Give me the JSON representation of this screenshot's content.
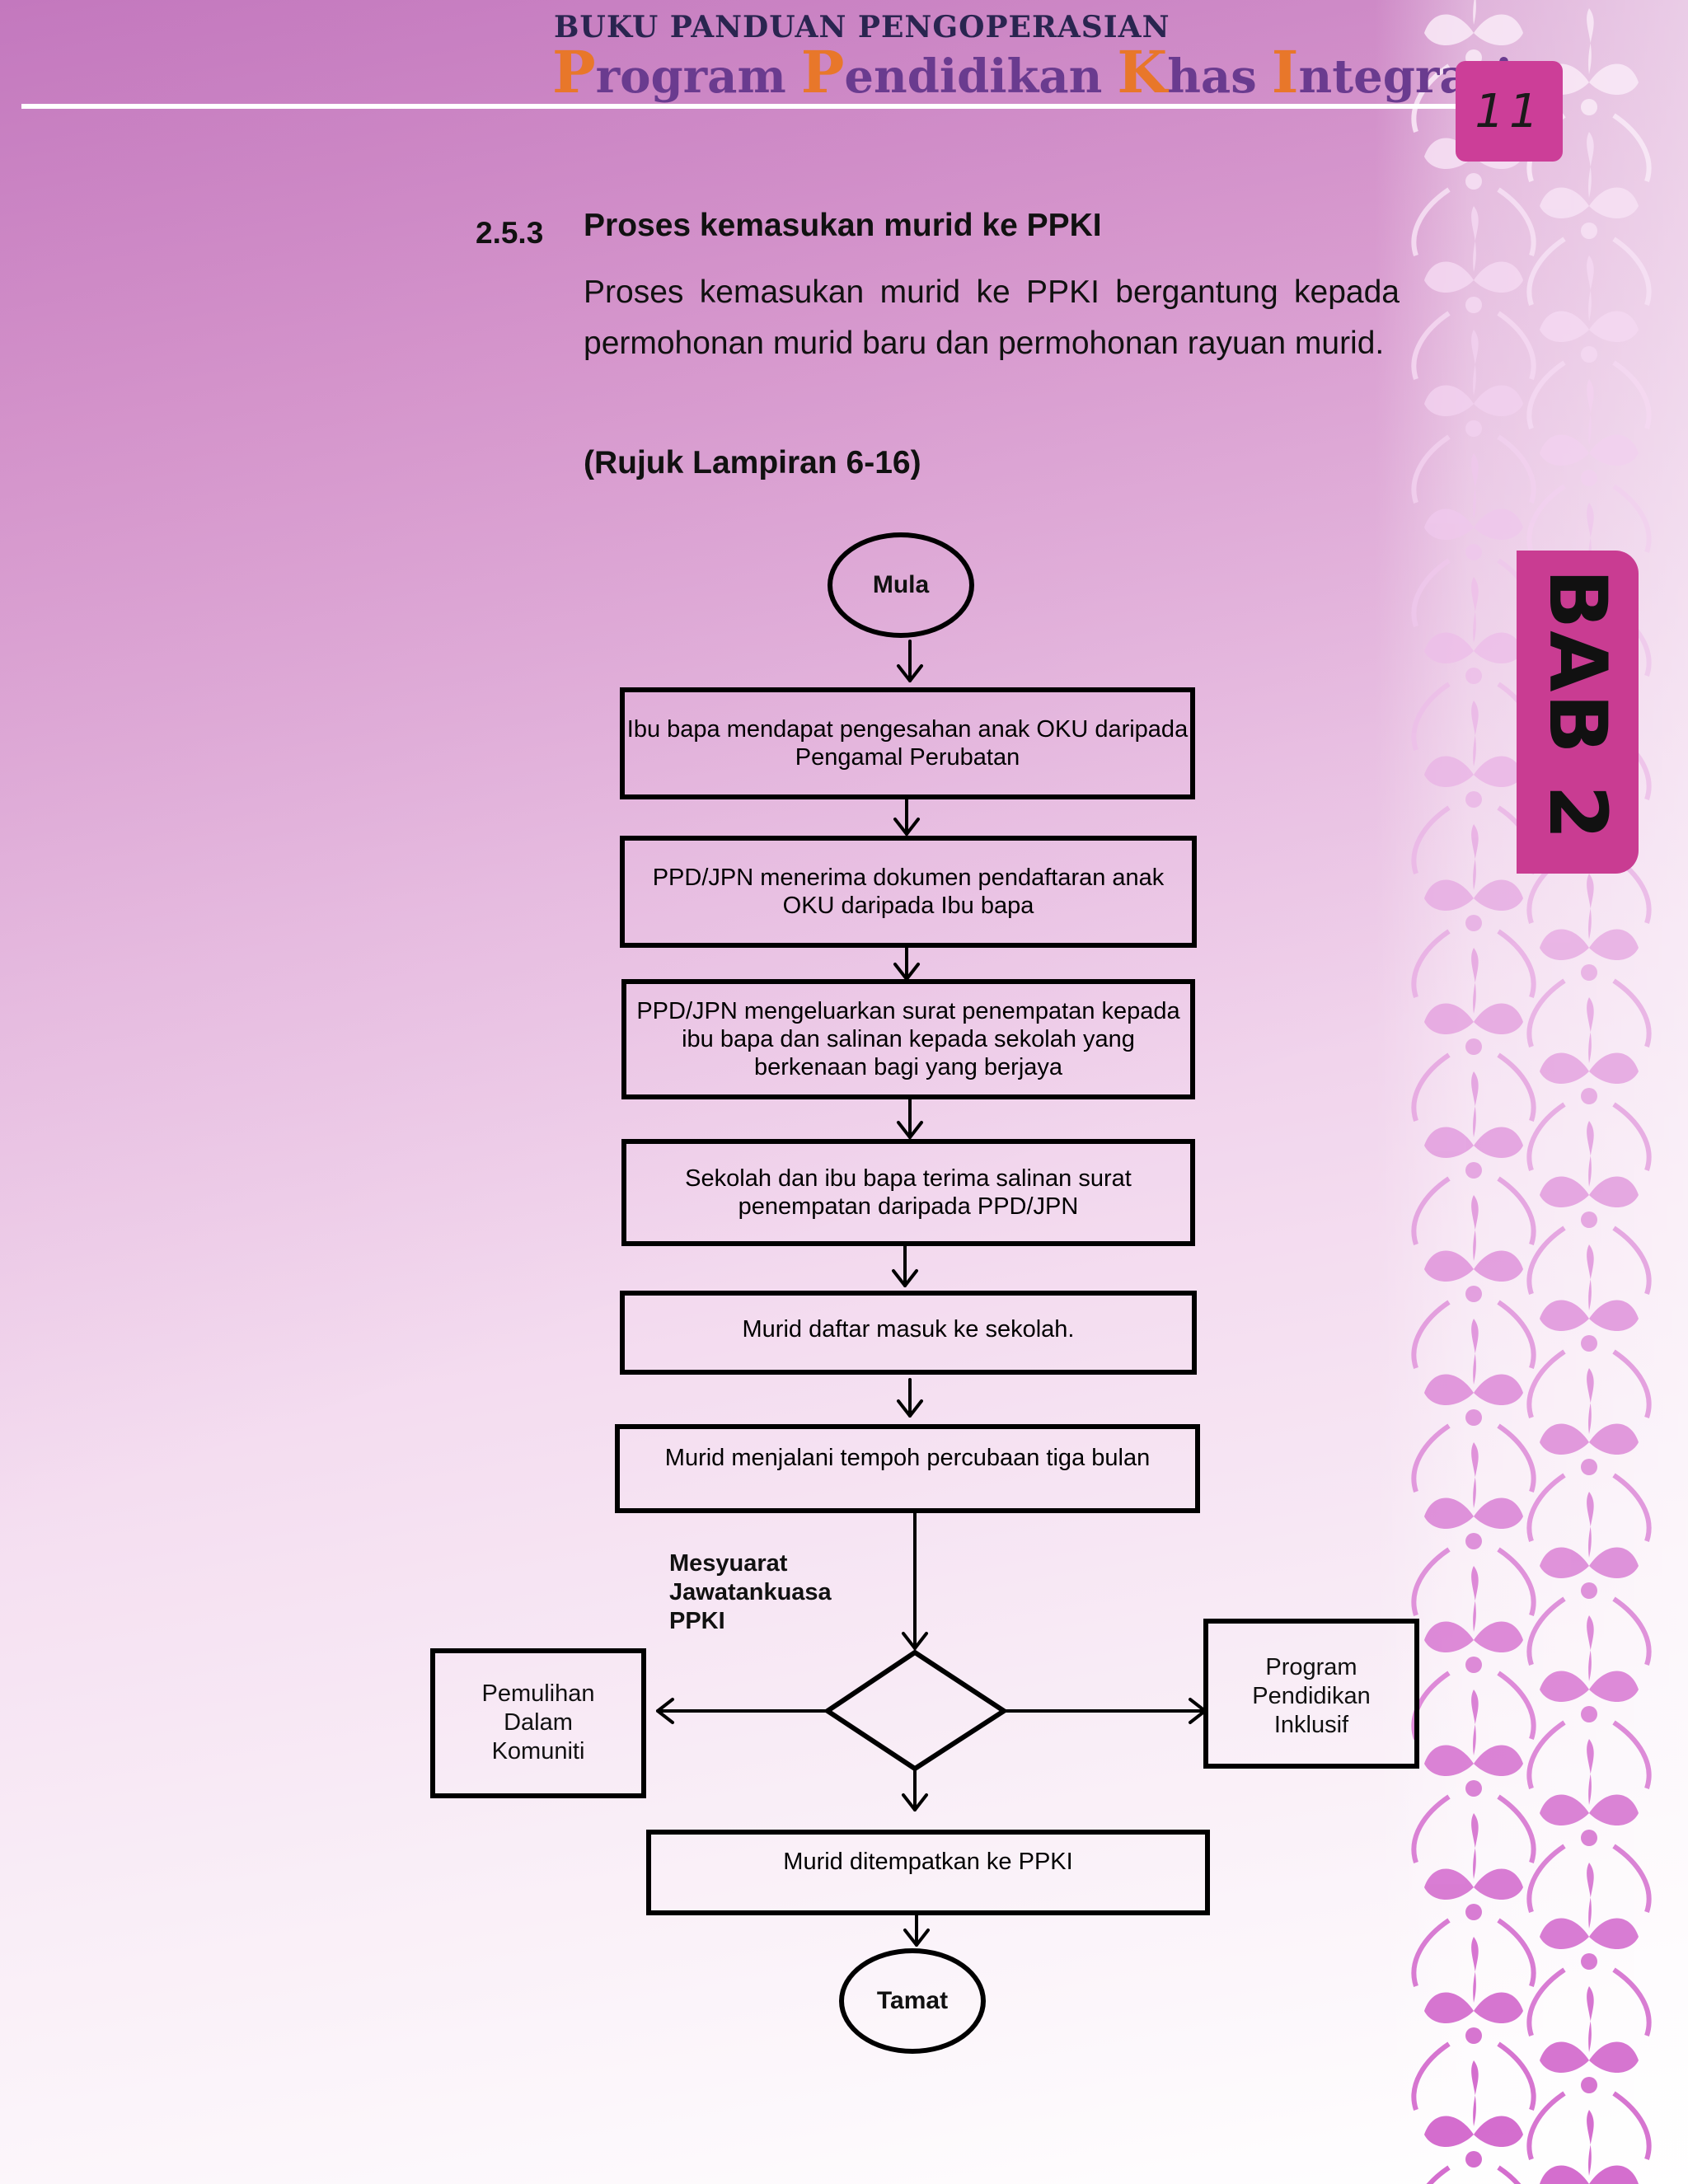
{
  "header": {
    "manual_title": "BUKU PANDUAN PENGOPERASIAN",
    "program_words": [
      {
        "cap": "P",
        "rest": "rogram"
      },
      {
        "cap": "P",
        "rest": "endidikan"
      },
      {
        "cap": "K",
        "rest": "has"
      },
      {
        "cap": "I",
        "rest": "ntegrasi"
      }
    ],
    "page_number": "11"
  },
  "chapter_tab": "BAB 2",
  "section": {
    "number": "2.5.3",
    "title": "Proses kemasukan murid ke PPKI",
    "paragraph": "Proses kemasukan murid ke PPKI  bergantung kepada permohonan murid baru dan permohonan rayuan murid.",
    "reference": "(Rujuk Lampiran 6-16)"
  },
  "flowchart": {
    "start": "Mula",
    "steps": [
      "Ibu bapa mendapat pengesahan anak OKU daripada Pengamal Perubatan",
      "PPD/JPN menerima dokumen pendaftaran anak OKU daripada Ibu bapa",
      "PPD/JPN mengeluarkan surat penempatan kepada  ibu bapa dan salinan kepada sekolah yang berkenaan bagi yang berjaya",
      "Sekolah dan ibu bapa terima salinan surat penempatan daripada PPD/JPN",
      "Murid daftar masuk ke sekolah.",
      "Murid menjalani tempoh percubaan tiga bulan"
    ],
    "decision_label": [
      "Mesyuarat",
      "Jawatankuasa",
      "PPKI"
    ],
    "left_outcome": [
      "Pemulihan",
      "Dalam",
      "Komuniti"
    ],
    "right_outcome": [
      "Program",
      "Pendidikan",
      "Inklusif"
    ],
    "placement": "Murid ditempatkan ke PPKI",
    "end": "Tamat"
  },
  "colors": {
    "accent_magenta": "#c93c92",
    "header_purple": "#6a3b8f",
    "header_orange": "#e8772a"
  }
}
